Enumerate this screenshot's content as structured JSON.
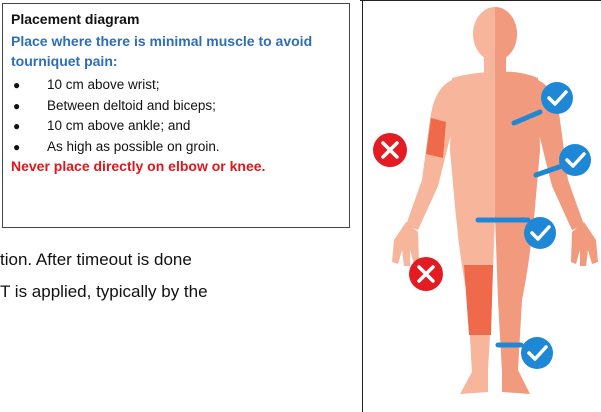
{
  "legend": {
    "title": "Placement diagram",
    "subtitle": "Place where there is minimal muscle to avoid tourniquet pain:",
    "items": [
      "10 cm above wrist;",
      "Between deltoid and biceps;",
      "10 cm above ankle; and",
      "As high as possible on groin."
    ],
    "warning": "Never place directly on elbow or knee."
  },
  "body_text": [
    "tion. After timeout is done",
    "T is applied, typically by the"
  ],
  "figure": {
    "correct_marks": [
      "check-icon",
      "check-icon",
      "check-icon",
      "check-icon"
    ],
    "incorrect_marks": [
      "x-icon",
      "x-icon"
    ],
    "colors": {
      "skin_light": "#f7b59c",
      "skin_mid": "#f29a7e",
      "highlight": "#ee6a4a",
      "band": "#1e88d6",
      "check": "#1e88d6",
      "cross": "#e31b23"
    }
  }
}
